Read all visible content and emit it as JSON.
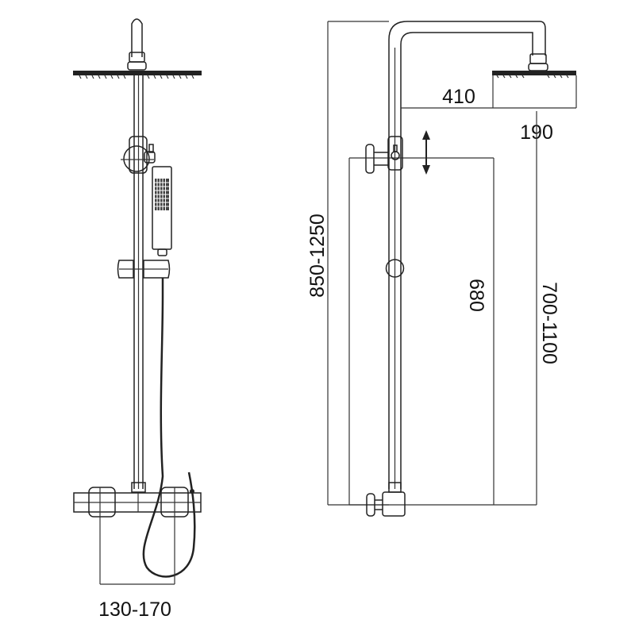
{
  "dimensions": {
    "mixer_spacing": "130-170",
    "arm_length": "410",
    "head_size": "190",
    "total_height": "850-1250",
    "rail_length": "680",
    "head_height": "700-1100"
  },
  "colors": {
    "line": "#222222",
    "background": "#ffffff"
  }
}
